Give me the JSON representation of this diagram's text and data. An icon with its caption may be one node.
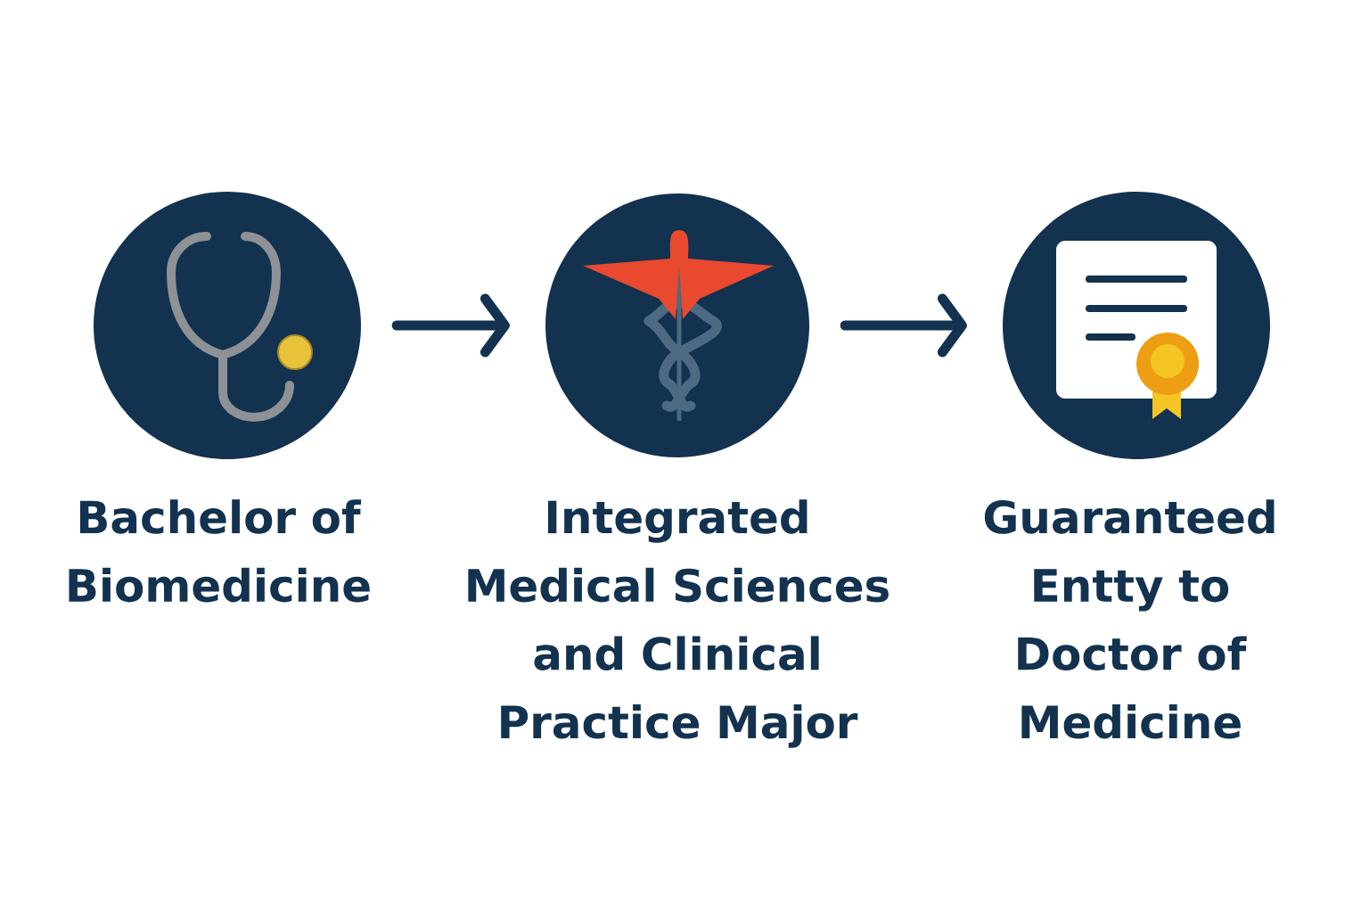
{
  "diagram": {
    "nodes": [
      {
        "text": [
          "Bachelor of Biomedicine"
        ]
      },
      {
        "text": [
          "Integrated Medical Sciences and Clinical Practice Major"
        ]
      },
      {
        "text": [
          "Guaranteed Entty to Doctor of Medicine"
        ]
      }
    ],
    "edges": [
      {
        "from": 0,
        "to": 1,
        "arrow": "to"
      },
      {
        "from": 1,
        "to": 2,
        "arrow": "to"
      }
    ]
  }
}
